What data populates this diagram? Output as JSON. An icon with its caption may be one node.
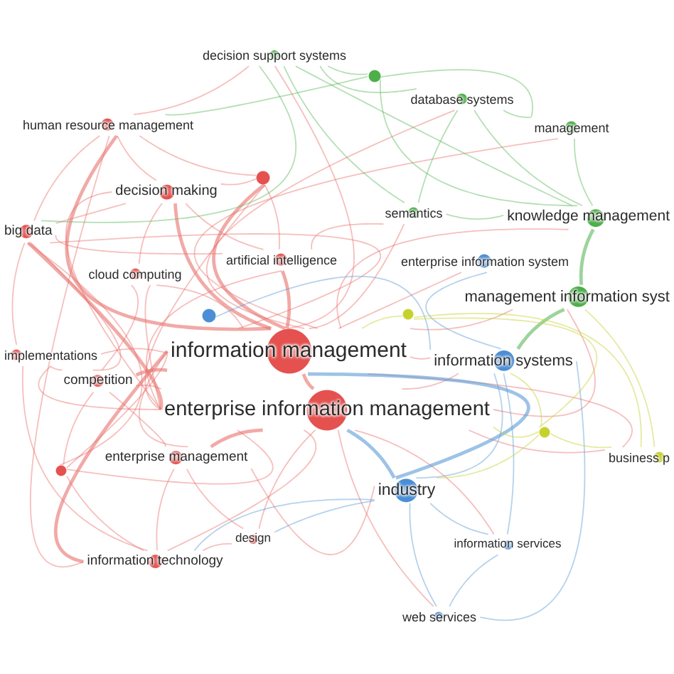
{
  "diagram": {
    "nodes": [
      {
        "text": [
          "decision support systems"
        ]
      },
      {
        "text": [],
        "shape": "circle"
      },
      {
        "text": [
          "database systems"
        ]
      },
      {
        "text": [
          "human resource management"
        ]
      },
      {
        "text": [
          "management"
        ]
      },
      {
        "text": [],
        "shape": "circle"
      },
      {
        "text": [
          "decision making"
        ]
      },
      {
        "text": [
          "semantics"
        ]
      },
      {
        "text": [
          "knowledge management"
        ]
      },
      {
        "text": [
          "big data"
        ]
      },
      {
        "text": [
          "artificial intelligence"
        ]
      },
      {
        "text": [
          "enterprise information system"
        ]
      },
      {
        "text": [
          "cloud computing"
        ]
      },
      {
        "text": [
          "management information syst"
        ]
      },
      {
        "text": [],
        "shape": "circle"
      },
      {
        "text": [],
        "shape": "circle"
      },
      {
        "text": [
          "information management"
        ]
      },
      {
        "text": [
          "implementations"
        ]
      },
      {
        "text": [
          "information systems"
        ]
      },
      {
        "text": [
          "competition"
        ]
      },
      {
        "text": [
          "enterprise information management"
        ]
      },
      {
        "text": [],
        "shape": "circle"
      },
      {
        "text": [
          "business p"
        ]
      },
      {
        "text": [
          "enterprise management"
        ]
      },
      {
        "text": [],
        "shape": "circle"
      },
      {
        "text": [
          "industry"
        ]
      },
      {
        "text": [
          "design"
        ]
      },
      {
        "text": [
          "information services"
        ]
      },
      {
        "text": [
          "information technology"
        ]
      },
      {
        "text": [
          "web services"
        ]
      }
    ],
    "edges": [
      {
        "from": 16,
        "to": 20,
        "arrow": "none",
        "style": "thick"
      },
      {
        "from": 16,
        "to": 3,
        "arrow": "none",
        "style": "thick"
      },
      {
        "from": 16,
        "to": 5,
        "arrow": "none",
        "style": "thick"
      },
      {
        "from": 16,
        "to": 6,
        "arrow": "none",
        "style": "thick"
      },
      {
        "from": 16,
        "to": 9,
        "arrow": "none"
      },
      {
        "from": 16,
        "to": 10,
        "arrow": "none",
        "style": "thick"
      },
      {
        "from": 16,
        "to": 12,
        "arrow": "none"
      },
      {
        "from": 16,
        "to": 17,
        "arrow": "none"
      },
      {
        "from": 16,
        "to": 19,
        "arrow": "none",
        "style": "thick"
      },
      {
        "from": 16,
        "to": 23,
        "arrow": "none"
      },
      {
        "from": 16,
        "to": 24,
        "arrow": "none"
      },
      {
        "from": 16,
        "to": 28,
        "arrow": "none",
        "style": "thick"
      },
      {
        "from": 16,
        "to": 0,
        "arrow": "none"
      },
      {
        "from": 16,
        "to": 2,
        "arrow": "none"
      },
      {
        "from": 16,
        "to": 4,
        "arrow": "none"
      },
      {
        "from": 16,
        "to": 7,
        "arrow": "none"
      },
      {
        "from": 16,
        "to": 8,
        "arrow": "none"
      },
      {
        "from": 16,
        "to": 11,
        "arrow": "none"
      },
      {
        "from": 16,
        "to": 13,
        "arrow": "none"
      },
      {
        "from": 16,
        "to": 18,
        "arrow": "none"
      },
      {
        "from": 16,
        "to": 22,
        "arrow": "none"
      },
      {
        "from": 20,
        "to": 5,
        "arrow": "none"
      },
      {
        "from": 20,
        "to": 6,
        "arrow": "none"
      },
      {
        "from": 20,
        "to": 9,
        "arrow": "none",
        "style": "thick"
      },
      {
        "from": 20,
        "to": 10,
        "arrow": "none"
      },
      {
        "from": 20,
        "to": 12,
        "arrow": "none"
      },
      {
        "from": 20,
        "to": 17,
        "arrow": "none"
      },
      {
        "from": 20,
        "to": 19,
        "arrow": "none"
      },
      {
        "from": 20,
        "to": 23,
        "arrow": "none",
        "style": "thick"
      },
      {
        "from": 20,
        "to": 24,
        "arrow": "none"
      },
      {
        "from": 20,
        "to": 26,
        "arrow": "none"
      },
      {
        "from": 20,
        "to": 28,
        "arrow": "none"
      },
      {
        "from": 20,
        "to": 13,
        "arrow": "none"
      },
      {
        "from": 20,
        "to": 18,
        "arrow": "none"
      },
      {
        "from": 20,
        "to": 22,
        "arrow": "none"
      },
      {
        "from": 20,
        "to": 27,
        "arrow": "none"
      },
      {
        "from": 20,
        "to": 29,
        "arrow": "none"
      },
      {
        "from": 3,
        "to": 6,
        "arrow": "none"
      },
      {
        "from": 3,
        "to": 9,
        "arrow": "none"
      },
      {
        "from": 3,
        "to": 28,
        "arrow": "none"
      },
      {
        "from": 3,
        "to": 0,
        "arrow": "none"
      },
      {
        "from": 3,
        "to": 5,
        "arrow": "none"
      },
      {
        "from": 6,
        "to": 10,
        "arrow": "none"
      },
      {
        "from": 6,
        "to": 9,
        "arrow": "none"
      },
      {
        "from": 6,
        "to": 12,
        "arrow": "none"
      },
      {
        "from": 6,
        "to": 5,
        "arrow": "none"
      },
      {
        "from": 9,
        "to": 19,
        "arrow": "none"
      },
      {
        "from": 9,
        "to": 24,
        "arrow": "none"
      },
      {
        "from": 9,
        "to": 17,
        "arrow": "none"
      },
      {
        "from": 9,
        "to": 10,
        "arrow": "none"
      },
      {
        "from": 17,
        "to": 19,
        "arrow": "none"
      },
      {
        "from": 17,
        "to": 28,
        "arrow": "none"
      },
      {
        "from": 19,
        "to": 23,
        "arrow": "none"
      },
      {
        "from": 19,
        "to": 24,
        "arrow": "none"
      },
      {
        "from": 23,
        "to": 28,
        "arrow": "none"
      },
      {
        "from": 23,
        "to": 26,
        "arrow": "none"
      },
      {
        "from": 24,
        "to": 28,
        "arrow": "none"
      },
      {
        "from": 26,
        "to": 28,
        "arrow": "none"
      },
      {
        "from": 10,
        "to": 5,
        "arrow": "none"
      },
      {
        "from": 12,
        "to": 19,
        "arrow": "none"
      },
      {
        "from": 10,
        "to": 7,
        "arrow": "none"
      },
      {
        "from": 23,
        "to": 25,
        "arrow": "none"
      },
      {
        "from": 0,
        "to": 1,
        "arrow": "none",
        "color": "#5cb85c"
      },
      {
        "from": 0,
        "to": 2,
        "arrow": "none",
        "color": "#5cb85c"
      },
      {
        "from": 0,
        "to": 7,
        "arrow": "none",
        "color": "#5cb85c"
      },
      {
        "from": 0,
        "to": 8,
        "arrow": "none",
        "color": "#5cb85c"
      },
      {
        "from": 1,
        "to": 4,
        "arrow": "none",
        "color": "#5cb85c"
      },
      {
        "from": 1,
        "to": 8,
        "arrow": "none",
        "color": "#5cb85c"
      },
      {
        "from": 2,
        "to": 4,
        "arrow": "none",
        "color": "#5cb85c"
      },
      {
        "from": 2,
        "to": 7,
        "arrow": "none",
        "color": "#5cb85c"
      },
      {
        "from": 2,
        "to": 8,
        "arrow": "none",
        "color": "#5cb85c"
      },
      {
        "from": 4,
        "to": 8,
        "arrow": "none",
        "color": "#5cb85c"
      },
      {
        "from": 8,
        "to": 13,
        "arrow": "none",
        "style": "thick",
        "color": "#5cb85c"
      },
      {
        "from": 7,
        "to": 8,
        "arrow": "none",
        "color": "#5cb85c"
      },
      {
        "from": 13,
        "to": 18,
        "arrow": "none",
        "style": "thick",
        "color": "#5cb85c"
      },
      {
        "from": 0,
        "to": 9,
        "arrow": "none",
        "color": "#5cb85c"
      },
      {
        "from": 1,
        "to": 3,
        "arrow": "none",
        "color": "#5cb85c"
      },
      {
        "from": 11,
        "to": 18,
        "arrow": "none",
        "color": "#5b9bd5"
      },
      {
        "from": 18,
        "to": 25,
        "arrow": "none",
        "color": "#5b9bd5"
      },
      {
        "from": 25,
        "to": 27,
        "arrow": "none",
        "color": "#5b9bd5"
      },
      {
        "from": 25,
        "to": 29,
        "arrow": "none",
        "color": "#5b9bd5"
      },
      {
        "from": 27,
        "to": 29,
        "arrow": "none",
        "color": "#5b9bd5"
      },
      {
        "from": 18,
        "to": 27,
        "arrow": "none",
        "color": "#5b9bd5"
      },
      {
        "from": 18,
        "to": 29,
        "arrow": "none",
        "color": "#5b9bd5"
      },
      {
        "from": 25,
        "to": 16,
        "arrow": "none",
        "style": "thick",
        "color": "#5b9bd5"
      },
      {
        "from": 25,
        "to": 20,
        "arrow": "none",
        "style": "thick",
        "color": "#5b9bd5"
      },
      {
        "from": 15,
        "to": 18,
        "arrow": "none",
        "color": "#5b9bd5"
      },
      {
        "from": 25,
        "to": 28,
        "arrow": "none",
        "color": "#5b9bd5"
      },
      {
        "from": 25,
        "to": 26,
        "arrow": "none",
        "color": "#5b9bd5"
      },
      {
        "from": 14,
        "to": 21,
        "arrow": "none",
        "color": "#c5d12e"
      },
      {
        "from": 21,
        "to": 22,
        "arrow": "none",
        "color": "#c5d12e"
      },
      {
        "from": 14,
        "to": 22,
        "arrow": "none",
        "color": "#c5d12e"
      },
      {
        "from": 18,
        "to": 21,
        "arrow": "none",
        "color": "#c5d12e"
      },
      {
        "from": 21,
        "to": 25,
        "arrow": "none",
        "color": "#c5d12e"
      },
      {
        "from": 13,
        "to": 22,
        "arrow": "none",
        "color": "#c5d12e"
      },
      {
        "from": 14,
        "to": 16,
        "arrow": "none",
        "color": "#c5d12e"
      },
      {
        "from": 21,
        "to": 20,
        "arrow": "none",
        "color": "#c5d12e"
      }
    ]
  }
}
